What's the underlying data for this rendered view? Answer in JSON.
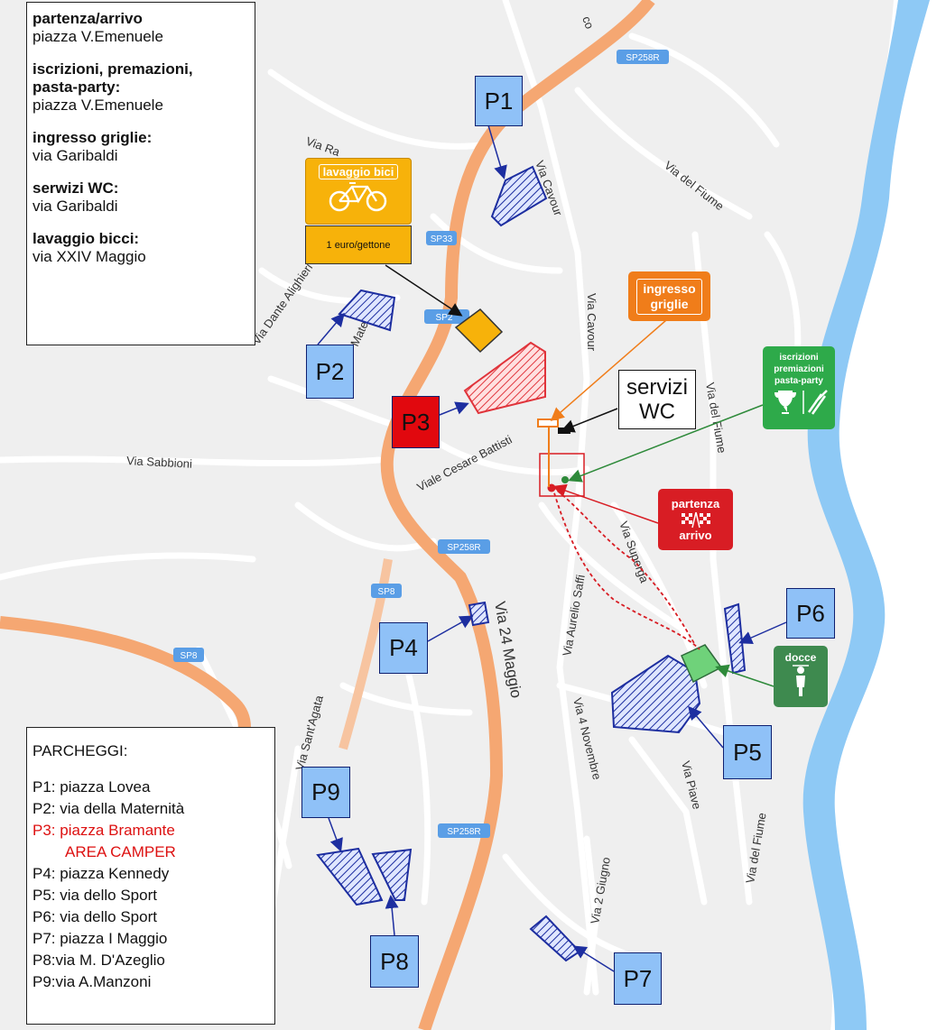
{
  "info": {
    "start_title": "partenza/arrivo",
    "start_value": "piazza V.Emenuele",
    "reg_title_1": "iscrizioni, premazioni,",
    "reg_title_2": "pasta-party:",
    "reg_value": "piazza V.Emenuele",
    "grid_title": "ingresso griglie:",
    "grid_value": "via Garibaldi",
    "wc_title": "serwizi WC:",
    "wc_value": "via Garibaldi",
    "wash_title": "lavaggio bicci:",
    "wash_value": "via XXIV Maggio"
  },
  "legend": {
    "title": "PARCHEGGI:",
    "rows": [
      "P1: piazza Lovea",
      "P2: via della Maternità",
      "P3: piazza Bramante",
      "AREA CAMPER",
      "P4: piazza Kennedy",
      "P5: via dello Sport",
      "P6: via dello Sport",
      "P7: piazza I Maggio",
      "P8:via M. D'Azeglio",
      "P9:via A.Manzoni"
    ],
    "highlight_color": "#dd1111"
  },
  "parking": {
    "p1": "P1",
    "p2": "P2",
    "p3": "P3",
    "p4": "P4",
    "p5": "P5",
    "p6": "P6",
    "p7": "P7",
    "p8": "P8",
    "p9": "P9"
  },
  "signs": {
    "bike_wash": "lavaggio bici",
    "bike_wash_price": "1 euro/gettone",
    "entry_1": "ingresso",
    "entry_2": "griglie",
    "wc_1": "servizi",
    "wc_2": "WC",
    "reg_1": "iscrizioni",
    "reg_2": "premiazioni",
    "reg_3": "pasta-party",
    "start_1": "partenza",
    "start_2": "arrivo",
    "showers": "docce"
  },
  "map_labels": {
    "sp258r": "SP258R",
    "sp33": "SP33",
    "sp2x": "SP2",
    "sp8": "SP8",
    "via_cavour": "Via Cavour",
    "via_fiume": "Via del Fiume",
    "via_dante": "Via Dante Alighieri",
    "maternita": "Maternità",
    "via_ra": "Via Ra",
    "via_sabbioni": "Via Sabbioni",
    "viale_battisti": "Viale Cesare Battisti",
    "via_24_maggio": "Via 24 Maggio",
    "via_saffi": "Via Aurelio Saffi",
    "via_superga": "Via Superga",
    "via_4_novembre": "Via 4 Novembre",
    "via_piave": "Via Piave",
    "via_2_giugno": "Via 2 Giugno",
    "via_sant_agata": "Via Sant'Agata",
    "co": "co"
  },
  "colors": {
    "parking_box": "#8fc1f7",
    "parking_area": "#1d2ea0",
    "camper_area": "#e0333a",
    "main_road": "#f5a772",
    "river": "#8ec9f5",
    "bike_wash_sign": "#f7b20a",
    "entry_sign": "#f07d1a",
    "reg_sign": "#2eaa4a",
    "start_sign": "#d81d24",
    "showers_sign": "#3e8a4f"
  }
}
